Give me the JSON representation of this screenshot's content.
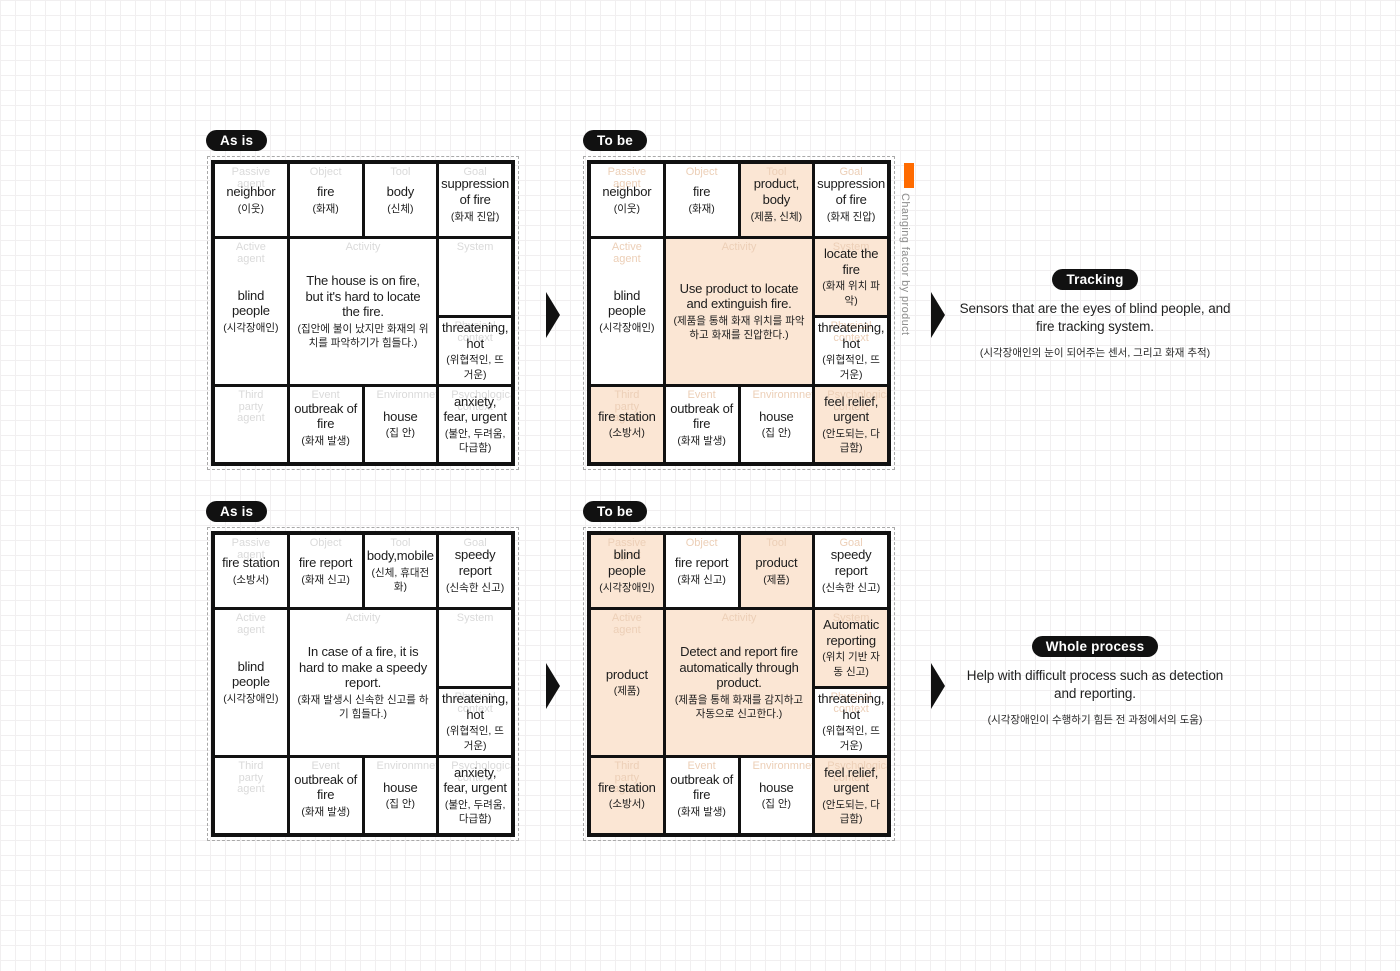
{
  "colors": {
    "highlight": "#fbe6d4",
    "label_as_is": "#dadada",
    "label_to_be": "#eccfb7",
    "pill_bg": "#111111",
    "orange_marker": "#ff6b00"
  },
  "sections": [
    {
      "name": "top",
      "as_is": {
        "pill": "As is",
        "cells": {
          "passive": {
            "label": "Passive agent",
            "value": "neighbor",
            "sub": "(이웃)",
            "hl": false
          },
          "object": {
            "label": "Object",
            "value": "fire",
            "sub": "(화재)",
            "hl": false
          },
          "tool": {
            "label": "Tool",
            "value": "body",
            "sub": "(신체)",
            "hl": false
          },
          "goal": {
            "label": "Goal",
            "value": "suppression of fire",
            "sub": "(화재 진압)",
            "hl": false
          },
          "active": {
            "label": "Active agent",
            "value": "blind people",
            "sub": "(시각장애인)",
            "hl": false
          },
          "activity": {
            "label": "Activity",
            "value": "The house is on fire, but it's hard to locate the fire.",
            "sub": "(집안에 불이 났지만 화재의 위치를 파악하기가 힘들다.)",
            "hl": false
          },
          "system": {
            "label": "System",
            "value": "",
            "sub": "",
            "hl": false
          },
          "physical": {
            "label": "Physical context",
            "value": "threatening, hot",
            "sub": "(위협적인, 뜨거운)",
            "hl": false
          },
          "third": {
            "label": "Third party agent",
            "value": "",
            "sub": "",
            "hl": false
          },
          "event": {
            "label": "Event",
            "value": "outbreak of fire",
            "sub": "(화재 발생)",
            "hl": false
          },
          "environment": {
            "label": "Environmnet",
            "value": "house",
            "sub": "(집 안)",
            "hl": false
          },
          "psychological": {
            "label": "Psychological context",
            "value": "anxiety, fear, urgent",
            "sub": "(불안, 두려움, 다급함)",
            "hl": false
          }
        }
      },
      "to_be": {
        "pill": "To be",
        "cells": {
          "passive": {
            "label": "Passive agent",
            "value": "neighbor",
            "sub": "(이웃)",
            "hl": false
          },
          "object": {
            "label": "Object",
            "value": "fire",
            "sub": "(화재)",
            "hl": false
          },
          "tool": {
            "label": "Tool",
            "value": "product, body",
            "sub": "(제품, 신체)",
            "hl": true
          },
          "goal": {
            "label": "Goal",
            "value": "suppression of fire",
            "sub": "(화재 진압)",
            "hl": false
          },
          "active": {
            "label": "Active agent",
            "value": "blind people",
            "sub": "(시각장애인)",
            "hl": false
          },
          "activity": {
            "label": "Activity",
            "value": "Use product to locate and extinguish fire.",
            "sub": "(제품을 통해 화재 위치를 파악하고 화재를 진압한다.)",
            "hl": true
          },
          "system": {
            "label": "System",
            "value": "locate the fire",
            "sub": "(화재 위치 파악)",
            "hl": true
          },
          "physical": {
            "label": "Physical context",
            "value": "threatening, hot",
            "sub": "(위협적인, 뜨거운)",
            "hl": false
          },
          "third": {
            "label": "Third party agent",
            "value": "fire station",
            "sub": "(소방서)",
            "hl": true
          },
          "event": {
            "label": "Event",
            "value": "outbreak of fire",
            "sub": "(화재 발생)",
            "hl": false
          },
          "environment": {
            "label": "Environmnet",
            "value": "house",
            "sub": "(집 안)",
            "hl": false
          },
          "psychological": {
            "label": "Psychological context",
            "value": "feel relief, urgent",
            "sub": "(안도되는, 다급함)",
            "hl": true
          }
        }
      },
      "change_note": {
        "text": "Changing factor by product"
      },
      "annotation": {
        "title": "Tracking",
        "text": "Sensors that are the eyes of blind people, and fire tracking system.",
        "text_kr": "(시각장애인의 눈이 되어주는 센서, 그리고 화재 추적)"
      }
    },
    {
      "name": "bottom",
      "as_is": {
        "pill": "As is",
        "cells": {
          "passive": {
            "label": "Passive agent",
            "value": "fire station",
            "sub": "(소방서)",
            "hl": false
          },
          "object": {
            "label": "Object",
            "value": "fire report",
            "sub": "(화재 신고)",
            "hl": false
          },
          "tool": {
            "label": "Tool",
            "value": "body,mobile",
            "sub": "(신체, 휴대전화)",
            "hl": false
          },
          "goal": {
            "label": "Goal",
            "value": "speedy report",
            "sub": "(신속한 신고)",
            "hl": false
          },
          "active": {
            "label": "Active agent",
            "value": "blind people",
            "sub": "(시각장애인)",
            "hl": false
          },
          "activity": {
            "label": "Activity",
            "value": "In case of a fire, it is hard to make a speedy report.",
            "sub": "(화재 발생시 신속한 신고를 하기 힘들다.)",
            "hl": false
          },
          "system": {
            "label": "System",
            "value": "",
            "sub": "",
            "hl": false
          },
          "physical": {
            "label": "Physical context",
            "value": "threatening, hot",
            "sub": "(위협적인, 뜨거운)",
            "hl": false
          },
          "third": {
            "label": "Third party agent",
            "value": "",
            "sub": "",
            "hl": false
          },
          "event": {
            "label": "Event",
            "value": "outbreak of fire",
            "sub": "(화재 발생)",
            "hl": false
          },
          "environment": {
            "label": "Environmnet",
            "value": "house",
            "sub": "(집 안)",
            "hl": false
          },
          "psychological": {
            "label": "Psychological context",
            "value": "anxiety, fear, urgent",
            "sub": "(불안, 두려움, 다급함)",
            "hl": false
          }
        }
      },
      "to_be": {
        "pill": "To be",
        "cells": {
          "passive": {
            "label": "Passive agent",
            "value": "blind people",
            "sub": "(시각장애인)",
            "hl": true
          },
          "object": {
            "label": "Object",
            "value": "fire report",
            "sub": "(화재 신고)",
            "hl": false
          },
          "tool": {
            "label": "Tool",
            "value": "product",
            "sub": "(제품)",
            "hl": true
          },
          "goal": {
            "label": "Goal",
            "value": "speedy report",
            "sub": "(신속한 신고)",
            "hl": false
          },
          "active": {
            "label": "Active agent",
            "value": "product",
            "sub": "(제품)",
            "hl": true
          },
          "activity": {
            "label": "Activity",
            "value": "Detect and report fire automatically through product.",
            "sub": "(제품을 통해 화재를 감지하고 자동으로 신고한다.)",
            "hl": true
          },
          "system": {
            "label": "System",
            "value": "Automatic reporting",
            "sub": "(위치 기반 자동 신고)",
            "hl": true
          },
          "physical": {
            "label": "Physical context",
            "value": "threatening, hot",
            "sub": "(위협적인, 뜨거운)",
            "hl": false
          },
          "third": {
            "label": "Third party agent",
            "value": "fire station",
            "sub": "(소방서)",
            "hl": true
          },
          "event": {
            "label": "Event",
            "value": "outbreak of fire",
            "sub": "(화재 발생)",
            "hl": false
          },
          "environment": {
            "label": "Environmnet",
            "value": "house",
            "sub": "(집 안)",
            "hl": false
          },
          "psychological": {
            "label": "Psychological context",
            "value": "feel relief, urgent",
            "sub": "(안도되는, 다급함)",
            "hl": true
          }
        }
      },
      "annotation": {
        "title": "Whole process",
        "text": "Help with difficult process such as detection and reporting.",
        "text_kr": "(시각장애인이 수행하기 힘든 전 과정에서의 도움)"
      }
    }
  ]
}
